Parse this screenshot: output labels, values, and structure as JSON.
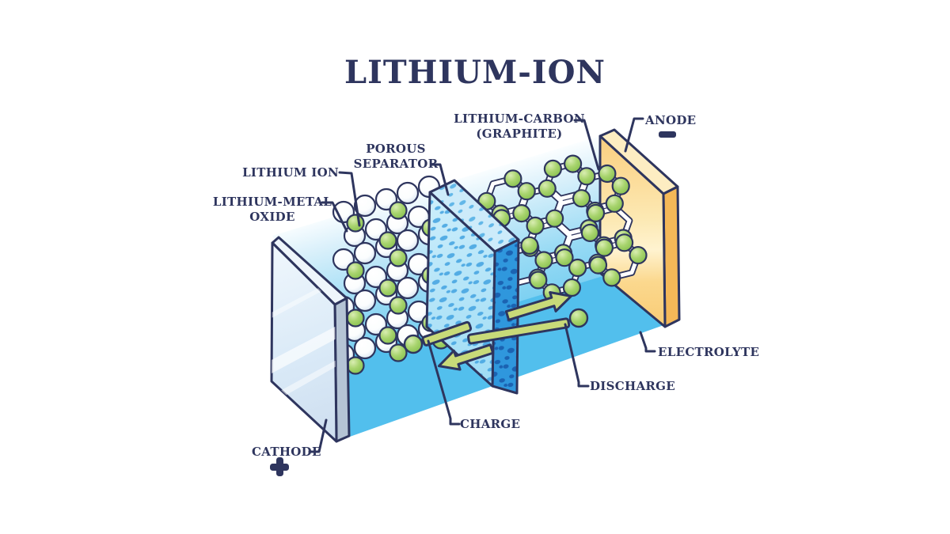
{
  "title": "LITHIUM-ION",
  "labels": {
    "lithium_metal_oxide": [
      "LITHIUM-METAL",
      "OXIDE"
    ],
    "lithium_ion": "LITHIUM ION",
    "porous_separator": [
      "POROUS",
      "SEPARATOR"
    ],
    "lithium_carbon_graphite": [
      "LITHIUM-CARBON",
      "(GRAPHITE)"
    ],
    "anode": "ANODE",
    "cathode": "CATHODE",
    "electrolyte": "ELECTROLYTE",
    "charge": "CHARGE",
    "discharge": "DISCHARGE"
  },
  "icons": {
    "anode_terminal": "minus",
    "cathode_terminal": "plus"
  },
  "colors": {
    "outline_navy": "#2e355e",
    "electrolyte_blue": "#56c2ee",
    "electrolyte_floor": "#52bfed",
    "separator_front": "#aee1f7",
    "separator_front_dots": "#48a6e2",
    "separator_side": "#2f97dd",
    "separator_side_dots": "#1b63b2",
    "anode_front": "#fbd58a",
    "anode_side": "#f4b858",
    "cathode_glass": "#dcebf7",
    "cathode_side": "#b5c4d5",
    "ion_green": "#8fc855",
    "arrow_green": "#c8da79",
    "sphere_white": "#ffffff"
  }
}
